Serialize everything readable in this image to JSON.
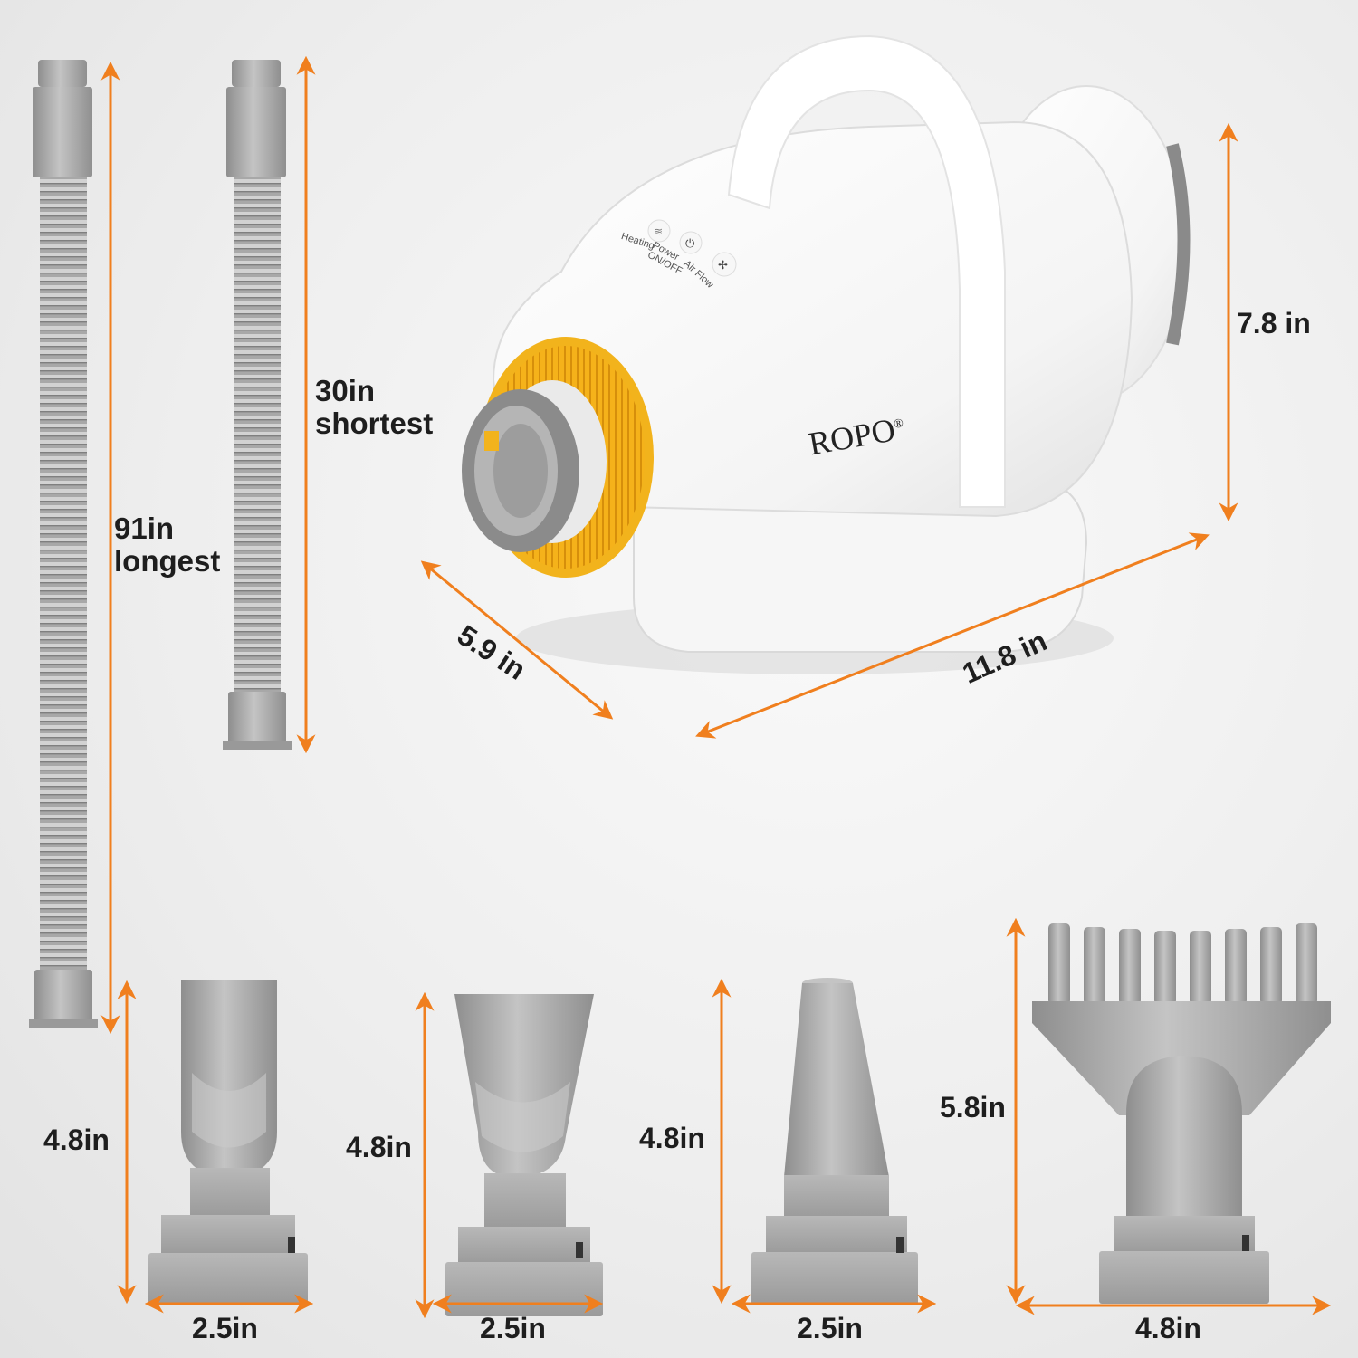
{
  "colors": {
    "arrow": "#f07f1e",
    "accent": "#f2b31c",
    "part_gray": "#a9a9a9",
    "body_white": "#ffffff",
    "text": "#1e1e1e"
  },
  "product": {
    "brand": "ROPO",
    "brand_mark": "®",
    "controls": {
      "heating": "Heating",
      "power": "Power",
      "power_sub": "ON/OFF",
      "airflow": "Air Flow"
    },
    "icons": [
      "heat-icon",
      "power-icon",
      "fan-icon"
    ]
  },
  "dimensions": {
    "height": "7.8 in",
    "depth": "5.9 in",
    "length": "11.8 in"
  },
  "hoses": {
    "short": {
      "line1": "30in",
      "line2": "shortest"
    },
    "long": {
      "line1": "91in",
      "line2": "longest"
    }
  },
  "nozzles": [
    {
      "name": "flat-nozzle-narrow",
      "height": "4.8in",
      "width": "2.5in"
    },
    {
      "name": "flat-nozzle-wide",
      "height": "4.8in",
      "width": "2.5in"
    },
    {
      "name": "cone-nozzle",
      "height": "4.8in",
      "width": "2.5in"
    },
    {
      "name": "comb-nozzle",
      "height": "5.8in",
      "width": "4.8in"
    }
  ]
}
